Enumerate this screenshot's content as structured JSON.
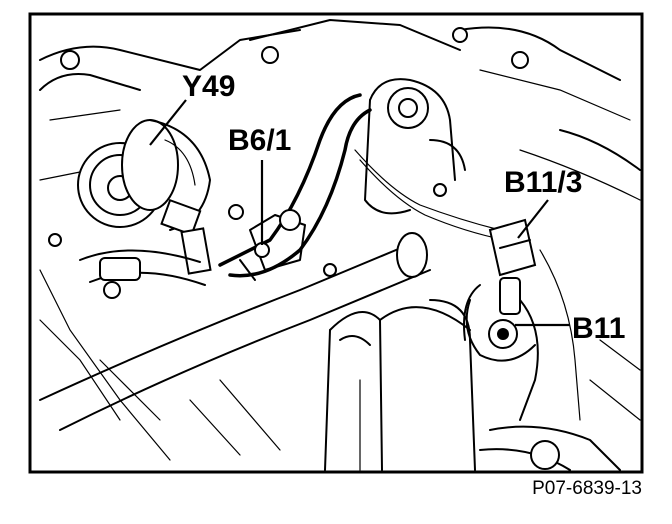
{
  "labels": {
    "y49": "Y49",
    "b6_1": "B6/1",
    "b11_3": "B11/3",
    "b11": "B11"
  },
  "figure_id": "P07-6839-13"
}
